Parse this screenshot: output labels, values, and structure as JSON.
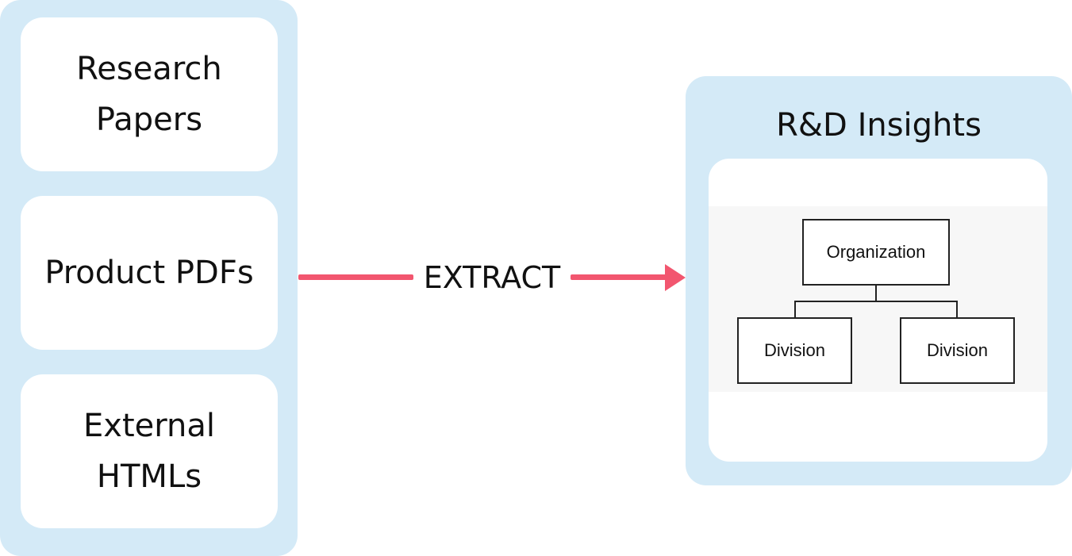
{
  "sources": {
    "items": [
      {
        "label": "Research\nPapers"
      },
      {
        "label": "Product PDFs"
      },
      {
        "label": "External\nHTMLs"
      }
    ]
  },
  "arrow": {
    "label": "EXTRACT",
    "color": "#f2566f"
  },
  "insights": {
    "title": "R&D Insights",
    "org_chart": {
      "root": "Organization",
      "children": [
        "Division",
        "Division"
      ]
    }
  },
  "colors": {
    "panel_background": "#d4eaf7",
    "card_background": "#ffffff",
    "text": "#111111"
  }
}
